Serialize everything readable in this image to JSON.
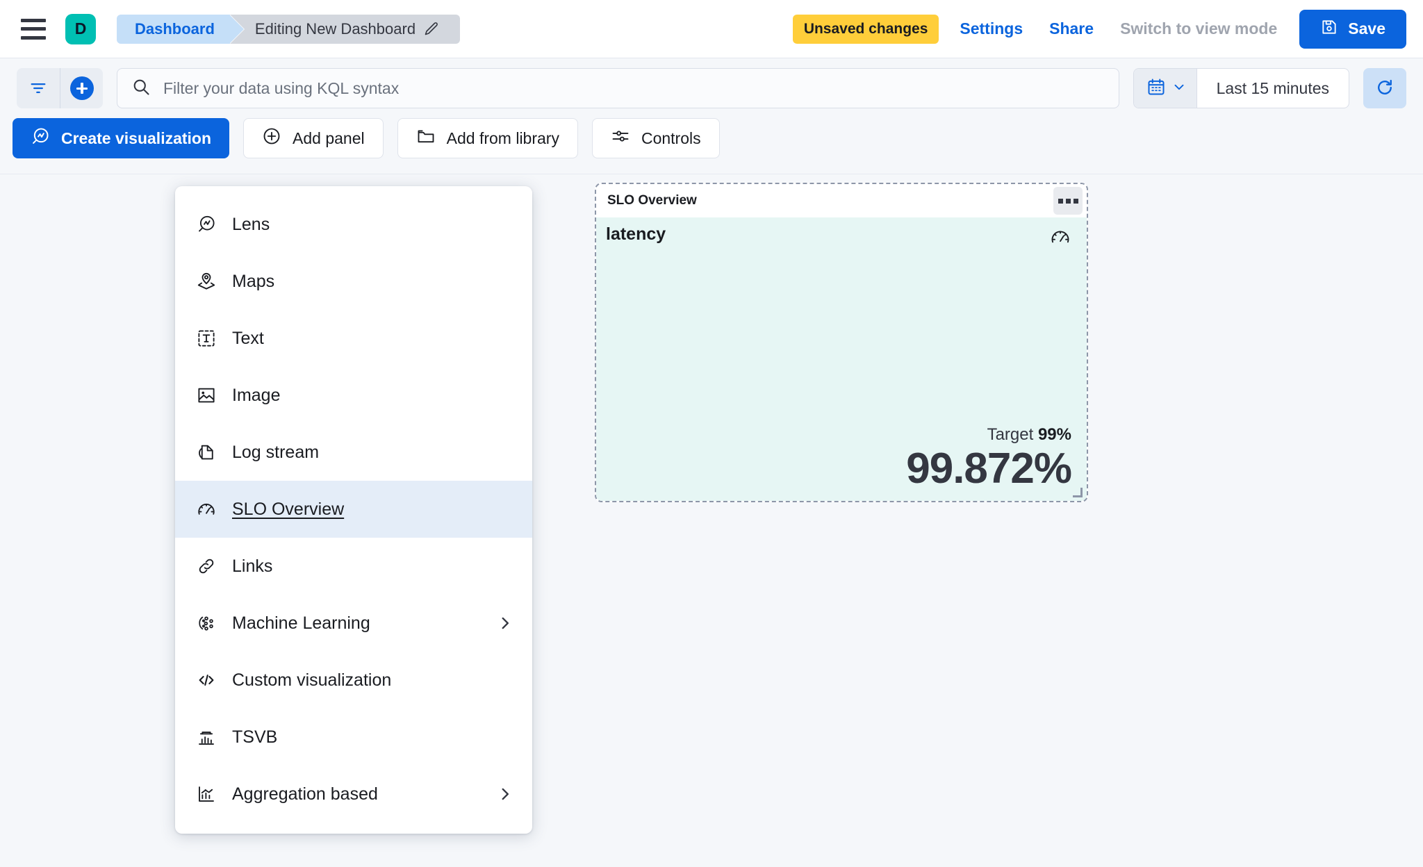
{
  "header": {
    "menu_icon": "hamburger-menu-icon",
    "space_initial": "D",
    "breadcrumbs": [
      {
        "label": "Dashboard",
        "icon": ""
      },
      {
        "label": "Editing New Dashboard",
        "icon": "pencil-icon"
      }
    ],
    "unsaved_badge": "Unsaved changes",
    "settings_link": "Settings",
    "share_link": "Share",
    "view_mode_link": "Switch to view mode",
    "save_label": "Save",
    "save_icon": "save-disk-icon",
    "accent_blue": "#0B64DD",
    "badge_yellow": "#FFCE3A",
    "space_teal": "#00BFB3"
  },
  "querybar": {
    "filter_icon": "filter-funnel-icon",
    "add_filter_icon": "plus-circle-icon",
    "search_placeholder": "Filter your data using KQL syntax",
    "search_value": "",
    "search_icon": "search-icon",
    "calendar_icon": "calendar-icon",
    "calendar_chevron": "chevron-down-icon",
    "time_range": "Last 15 minutes",
    "refresh_icon": "refresh-icon"
  },
  "toolbar": {
    "create_visualization": "Create visualization",
    "create_visualization_icon": "lens-icon",
    "add_panel": "Add panel",
    "add_panel_icon": "plus-circle-outline-icon",
    "add_from_library": "Add from library",
    "add_from_library_icon": "folder-icon",
    "controls": "Controls",
    "controls_icon": "sliders-icon"
  },
  "add_panel_menu": {
    "items": [
      {
        "label": "Lens",
        "icon": "lens-icon",
        "has_submenu": false,
        "selected": false
      },
      {
        "label": "Maps",
        "icon": "map-marker-layers-icon",
        "has_submenu": false,
        "selected": false
      },
      {
        "label": "Text",
        "icon": "text-box-icon",
        "has_submenu": false,
        "selected": false
      },
      {
        "label": "Image",
        "icon": "image-icon",
        "has_submenu": false,
        "selected": false
      },
      {
        "label": "Log stream",
        "icon": "log-stream-icon",
        "has_submenu": false,
        "selected": false
      },
      {
        "label": "SLO Overview",
        "icon": "gauge-icon",
        "has_submenu": false,
        "selected": true
      },
      {
        "label": "Links",
        "icon": "link-icon",
        "has_submenu": false,
        "selected": false
      },
      {
        "label": "Machine Learning",
        "icon": "machine-learning-icon",
        "has_submenu": true,
        "selected": false
      },
      {
        "label": "Custom visualization",
        "icon": "code-icon",
        "has_submenu": false,
        "selected": false
      },
      {
        "label": "TSVB",
        "icon": "tsvb-chart-icon",
        "has_submenu": false,
        "selected": false
      },
      {
        "label": "Aggregation based",
        "icon": "aggregation-chart-icon",
        "has_submenu": true,
        "selected": false
      }
    ],
    "chevron_icon": "chevron-right-icon",
    "highlight_color": "#E4EDF8"
  },
  "slo_panel": {
    "panel_title": "SLO Overview",
    "context_menu_icon": "kebab-horizontal-icon",
    "slo_name": "latency",
    "gauge_icon": "gauge-icon",
    "target_label": "Target",
    "target_value": "99%",
    "sli_value": "99.872%",
    "body_background": "#E6F6F4",
    "resize_handle_icon": "resize-corner-icon"
  }
}
